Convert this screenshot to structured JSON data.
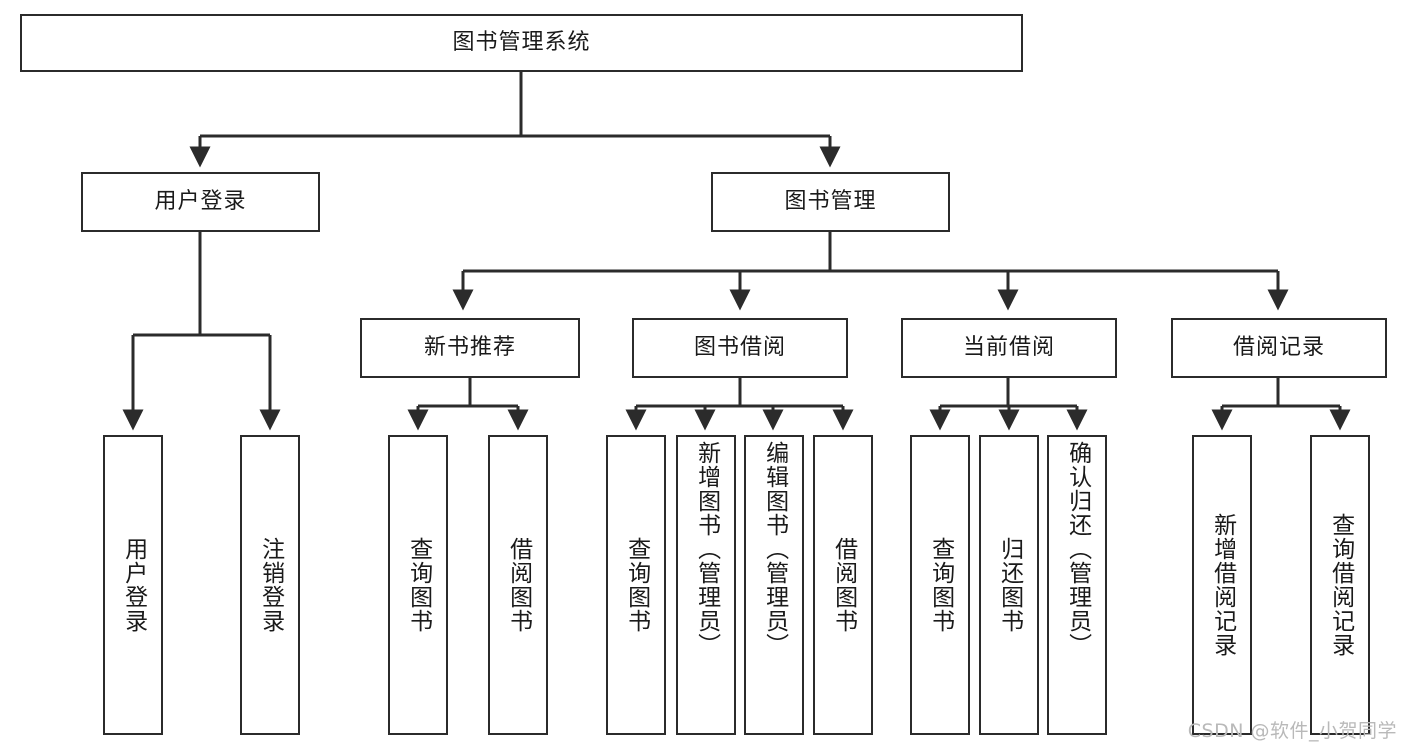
{
  "diagram": {
    "title": "图书管理系统",
    "type": "tree",
    "watermark": "CSDN @软件_小贺同学",
    "colors": {
      "background": "#ffffff",
      "node_fill": "#ffffff",
      "node_stroke": "#2b2b2b",
      "edge_stroke": "#2b2b2b",
      "text": "#1a1a1a",
      "watermark": "#b9b9b9"
    },
    "root": {
      "id": "root",
      "label": "图书管理系统"
    },
    "level2": [
      {
        "id": "user-login",
        "label": "用户登录"
      },
      {
        "id": "book-manage",
        "label": "图书管理"
      }
    ],
    "level3": [
      {
        "id": "new-book-recommend",
        "label": "新书推荐"
      },
      {
        "id": "book-borrow",
        "label": "图书借阅"
      },
      {
        "id": "current-borrow",
        "label": "当前借阅"
      },
      {
        "id": "borrow-record",
        "label": "借阅记录"
      }
    ],
    "leaves": {
      "user-login": [
        {
          "id": "leaf-user-login",
          "label": "用户登录"
        },
        {
          "id": "leaf-logout-login",
          "label": "注销登录"
        }
      ],
      "new-book-recommend": [
        {
          "id": "leaf-query-book-1",
          "label": "查询图书"
        },
        {
          "id": "leaf-borrow-book-1",
          "label": "借阅图书"
        }
      ],
      "book-borrow": [
        {
          "id": "leaf-query-book-2",
          "label": "查询图书"
        },
        {
          "id": "leaf-add-book",
          "label": "新增图书（管理员）"
        },
        {
          "id": "leaf-edit-book",
          "label": "编辑图书（管理员）"
        },
        {
          "id": "leaf-borrow-book-2",
          "label": "借阅图书"
        }
      ],
      "current-borrow": [
        {
          "id": "leaf-query-book-3",
          "label": "查询图书"
        },
        {
          "id": "leaf-return-book",
          "label": "归还图书"
        },
        {
          "id": "leaf-confirm-return",
          "label": "确认归还（管理员）"
        }
      ],
      "borrow-record": [
        {
          "id": "leaf-add-record",
          "label": "新增借阅记录"
        },
        {
          "id": "leaf-query-record",
          "label": "查询借阅记录"
        }
      ]
    }
  }
}
